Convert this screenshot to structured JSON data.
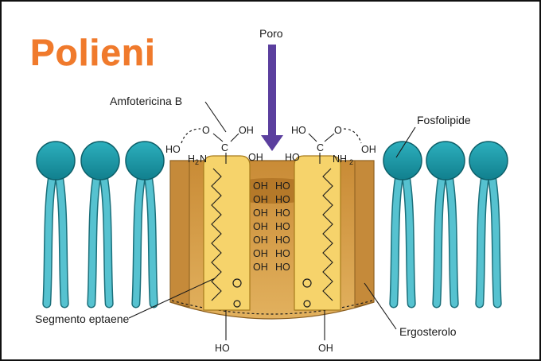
{
  "title": "Polieni",
  "labels": {
    "pore": "Poro",
    "amphotericin": "Amfotericina B",
    "phospholipid": "Fosfolipide",
    "heptaene": "Segmento eptaene",
    "ergosterol": "Ergosterolo"
  },
  "chem": {
    "oh": "OH",
    "ho": "HO",
    "o": "O",
    "c": "C",
    "nh": "NH",
    "h": "H",
    "n": "N",
    "sub2": "2"
  },
  "colors": {
    "title": "#f07a2c",
    "lipid_head": "#1796a4",
    "lipid_tail": "#56c2d0",
    "pore_wall": "#d39a44",
    "pore_dark": "#b97d2c",
    "molecule": "#f6d36b",
    "arrow": "#5b3f9e"
  }
}
